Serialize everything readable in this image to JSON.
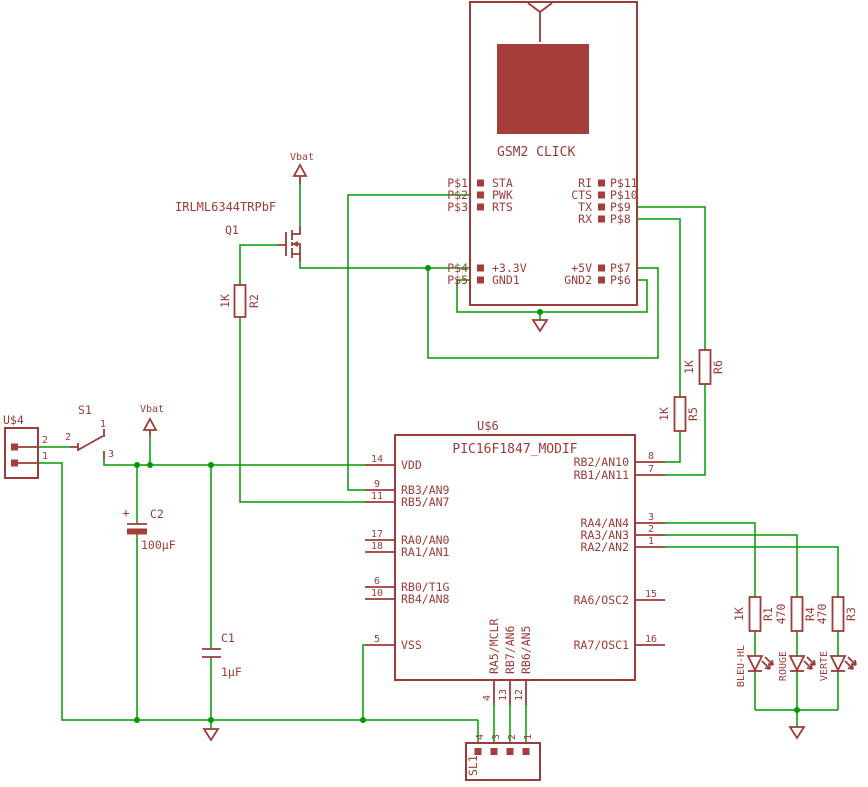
{
  "colors": {
    "symbol": "#9c3b38",
    "wire": "#009a00",
    "module_fill": "#a53e3a"
  },
  "gsm": {
    "label": "GSM2 CLICK",
    "left_signal_pins": [
      {
        "pad": "P$1",
        "name": "STA"
      },
      {
        "pad": "P$2",
        "name": "PWK"
      },
      {
        "pad": "P$3",
        "name": "RTS"
      }
    ],
    "left_power_pins": [
      {
        "pad": "P$4",
        "name": "+3.3V"
      },
      {
        "pad": "P$5",
        "name": "GND1"
      }
    ],
    "right_signal_pins": [
      {
        "pad": "P$11",
        "name": "RI"
      },
      {
        "pad": "P$10",
        "name": "CTS"
      },
      {
        "pad": "P$9",
        "name": "TX"
      },
      {
        "pad": "P$8",
        "name": "RX"
      }
    ],
    "right_power_pins": [
      {
        "pad": "P$7",
        "name": "+5V"
      },
      {
        "pad": "P$6",
        "name": "GND2"
      }
    ]
  },
  "transistor": {
    "ref": "Q1",
    "part": "IRLML6344TRPbF"
  },
  "power": {
    "vbat_q1": "Vbat",
    "vbat_s1": "Vbat"
  },
  "mcu": {
    "ref": "U$6",
    "part": "PIC16F1847_MODIF",
    "left_pins": [
      {
        "num": "14",
        "name": "VDD"
      },
      {
        "num": "9",
        "name": "RB3/AN9"
      },
      {
        "num": "11",
        "name": "RB5/AN7"
      },
      {
        "num": "17",
        "name": "RA0/AN0"
      },
      {
        "num": "18",
        "name": "RA1/AN1"
      },
      {
        "num": "6",
        "name": "RB0/T1G"
      },
      {
        "num": "10",
        "name": "RB4/AN8"
      },
      {
        "num": "5",
        "name": "VSS"
      }
    ],
    "right_pins": [
      {
        "num": "8",
        "name": "RB2/AN10"
      },
      {
        "num": "7",
        "name": "RB1/AN11"
      },
      {
        "num": "3",
        "name": "RA4/AN4"
      },
      {
        "num": "2",
        "name": "RA3/AN3"
      },
      {
        "num": "1",
        "name": "RA2/AN2"
      },
      {
        "num": "15",
        "name": "RA6/OSC2"
      },
      {
        "num": "16",
        "name": "RA7/OSC1"
      }
    ],
    "bottom_pins": [
      {
        "num": "4",
        "name": "RA5/MCLR"
      },
      {
        "num": "13",
        "name": "RB7/AN6"
      },
      {
        "num": "12",
        "name": "RB6/AN5"
      }
    ]
  },
  "resistors": [
    {
      "ref": "R2",
      "value": "1K"
    },
    {
      "ref": "R5",
      "value": "1K"
    },
    {
      "ref": "R6",
      "value": "1K"
    },
    {
      "ref": "R1",
      "value": "1K"
    },
    {
      "ref": "R4",
      "value": "470"
    },
    {
      "ref": "R3",
      "value": "470"
    }
  ],
  "capacitors": [
    {
      "ref": "C2",
      "value": "100µF",
      "polarity": "+"
    },
    {
      "ref": "C1",
      "value": "1µF"
    }
  ],
  "switch": {
    "ref": "S1",
    "pin_top_left": "2",
    "pin_top_right": "1",
    "pin_bottom": "3"
  },
  "connector_u4": {
    "ref": "U$4",
    "pin_upper": "2",
    "pin_lower": "1"
  },
  "connector_sl1": {
    "ref": "SL1",
    "pins": [
      "4",
      "3",
      "2",
      "1"
    ]
  },
  "leds": [
    {
      "name": "BLEU-HL"
    },
    {
      "name": "ROUGE"
    },
    {
      "name": "VERTE"
    }
  ]
}
